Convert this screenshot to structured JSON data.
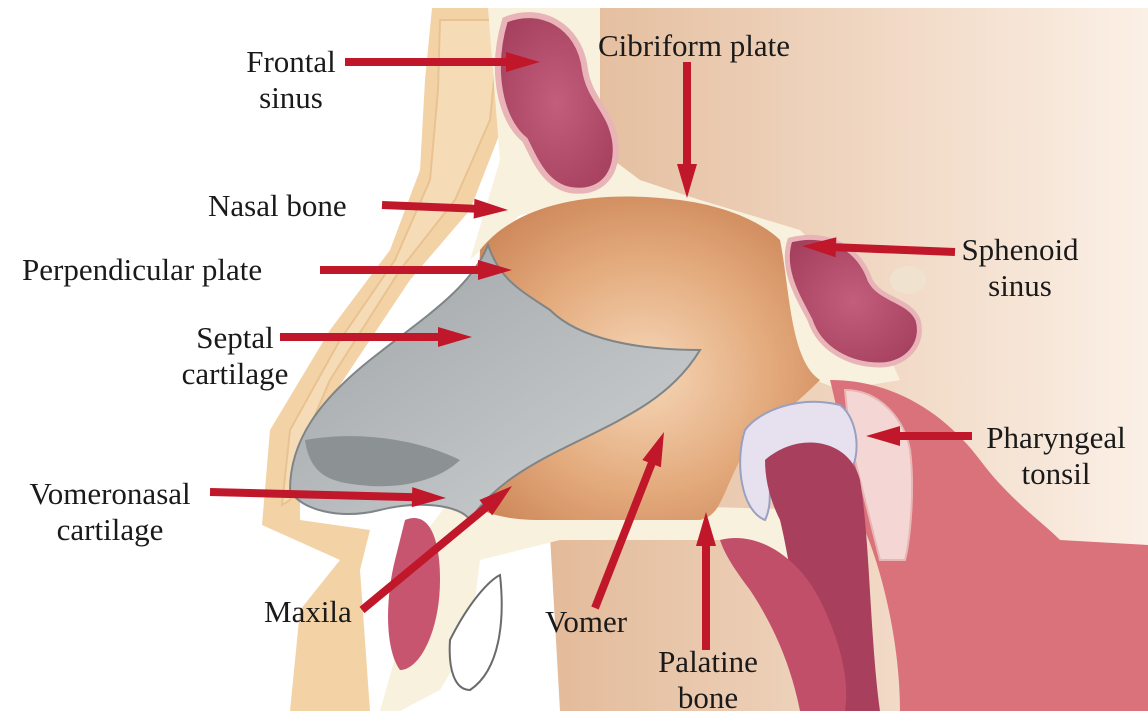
{
  "colors": {
    "arrow": "#c0182a",
    "skin": "#f3d3a6",
    "bone_cream": "#f7f1dd",
    "nasal_cavity": "#d49a6e",
    "sinus": "#b24c6b",
    "cartilage_gray": "#b6b9bb",
    "tonsil_muscle": "#d9727a",
    "background_tissue": "#e7c3a4"
  },
  "labels": {
    "frontal_sinus": {
      "line1": "Frontal",
      "line2": "sinus"
    },
    "cribriform_plate": "Cibriform plate",
    "nasal_bone": "Nasal bone",
    "perpendicular_plate": "Perpendicular plate",
    "septal_cartilage": {
      "line1": "Septal",
      "line2": "cartilage"
    },
    "vomeronasal_cartilage": {
      "line1": "Vomeronasal",
      "line2": "cartilage"
    },
    "maxila": "Maxila",
    "vomer": "Vomer",
    "palatine_bone": {
      "line1": "Palatine",
      "line2": "bone"
    },
    "sphenoid_sinus": {
      "line1": "Sphenoid",
      "line2": "sinus"
    },
    "pharyngeal_tonsil": {
      "line1": "Pharyngeal",
      "line2": "tonsil"
    }
  }
}
